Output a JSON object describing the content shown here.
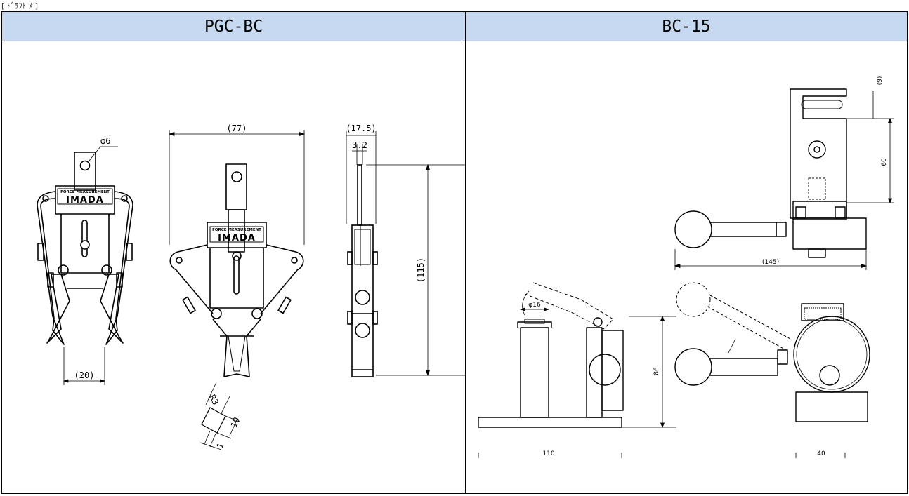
{
  "caption": "[ ﾄﾞﾗﾌﾄ ﾒ ]",
  "headers": {
    "left": "PGC-BC",
    "right": "BC-15"
  },
  "logo": {
    "line1": "FORCE MEASUREMENT",
    "line2": "IMADA"
  },
  "pgc_dims": {
    "hole": "φ6",
    "width": "(77)",
    "depth": "(17.5)",
    "thick": "3.2",
    "height": "(115)",
    "opening": "(20)",
    "radius": "R3",
    "tip_len": "10",
    "tip_w": "1"
  },
  "bc_dims": {
    "slot": "(9)",
    "slot_h": "60",
    "length": "(145)",
    "pad": "φ16",
    "height": "86",
    "base_len": "110",
    "base_w": "40"
  }
}
